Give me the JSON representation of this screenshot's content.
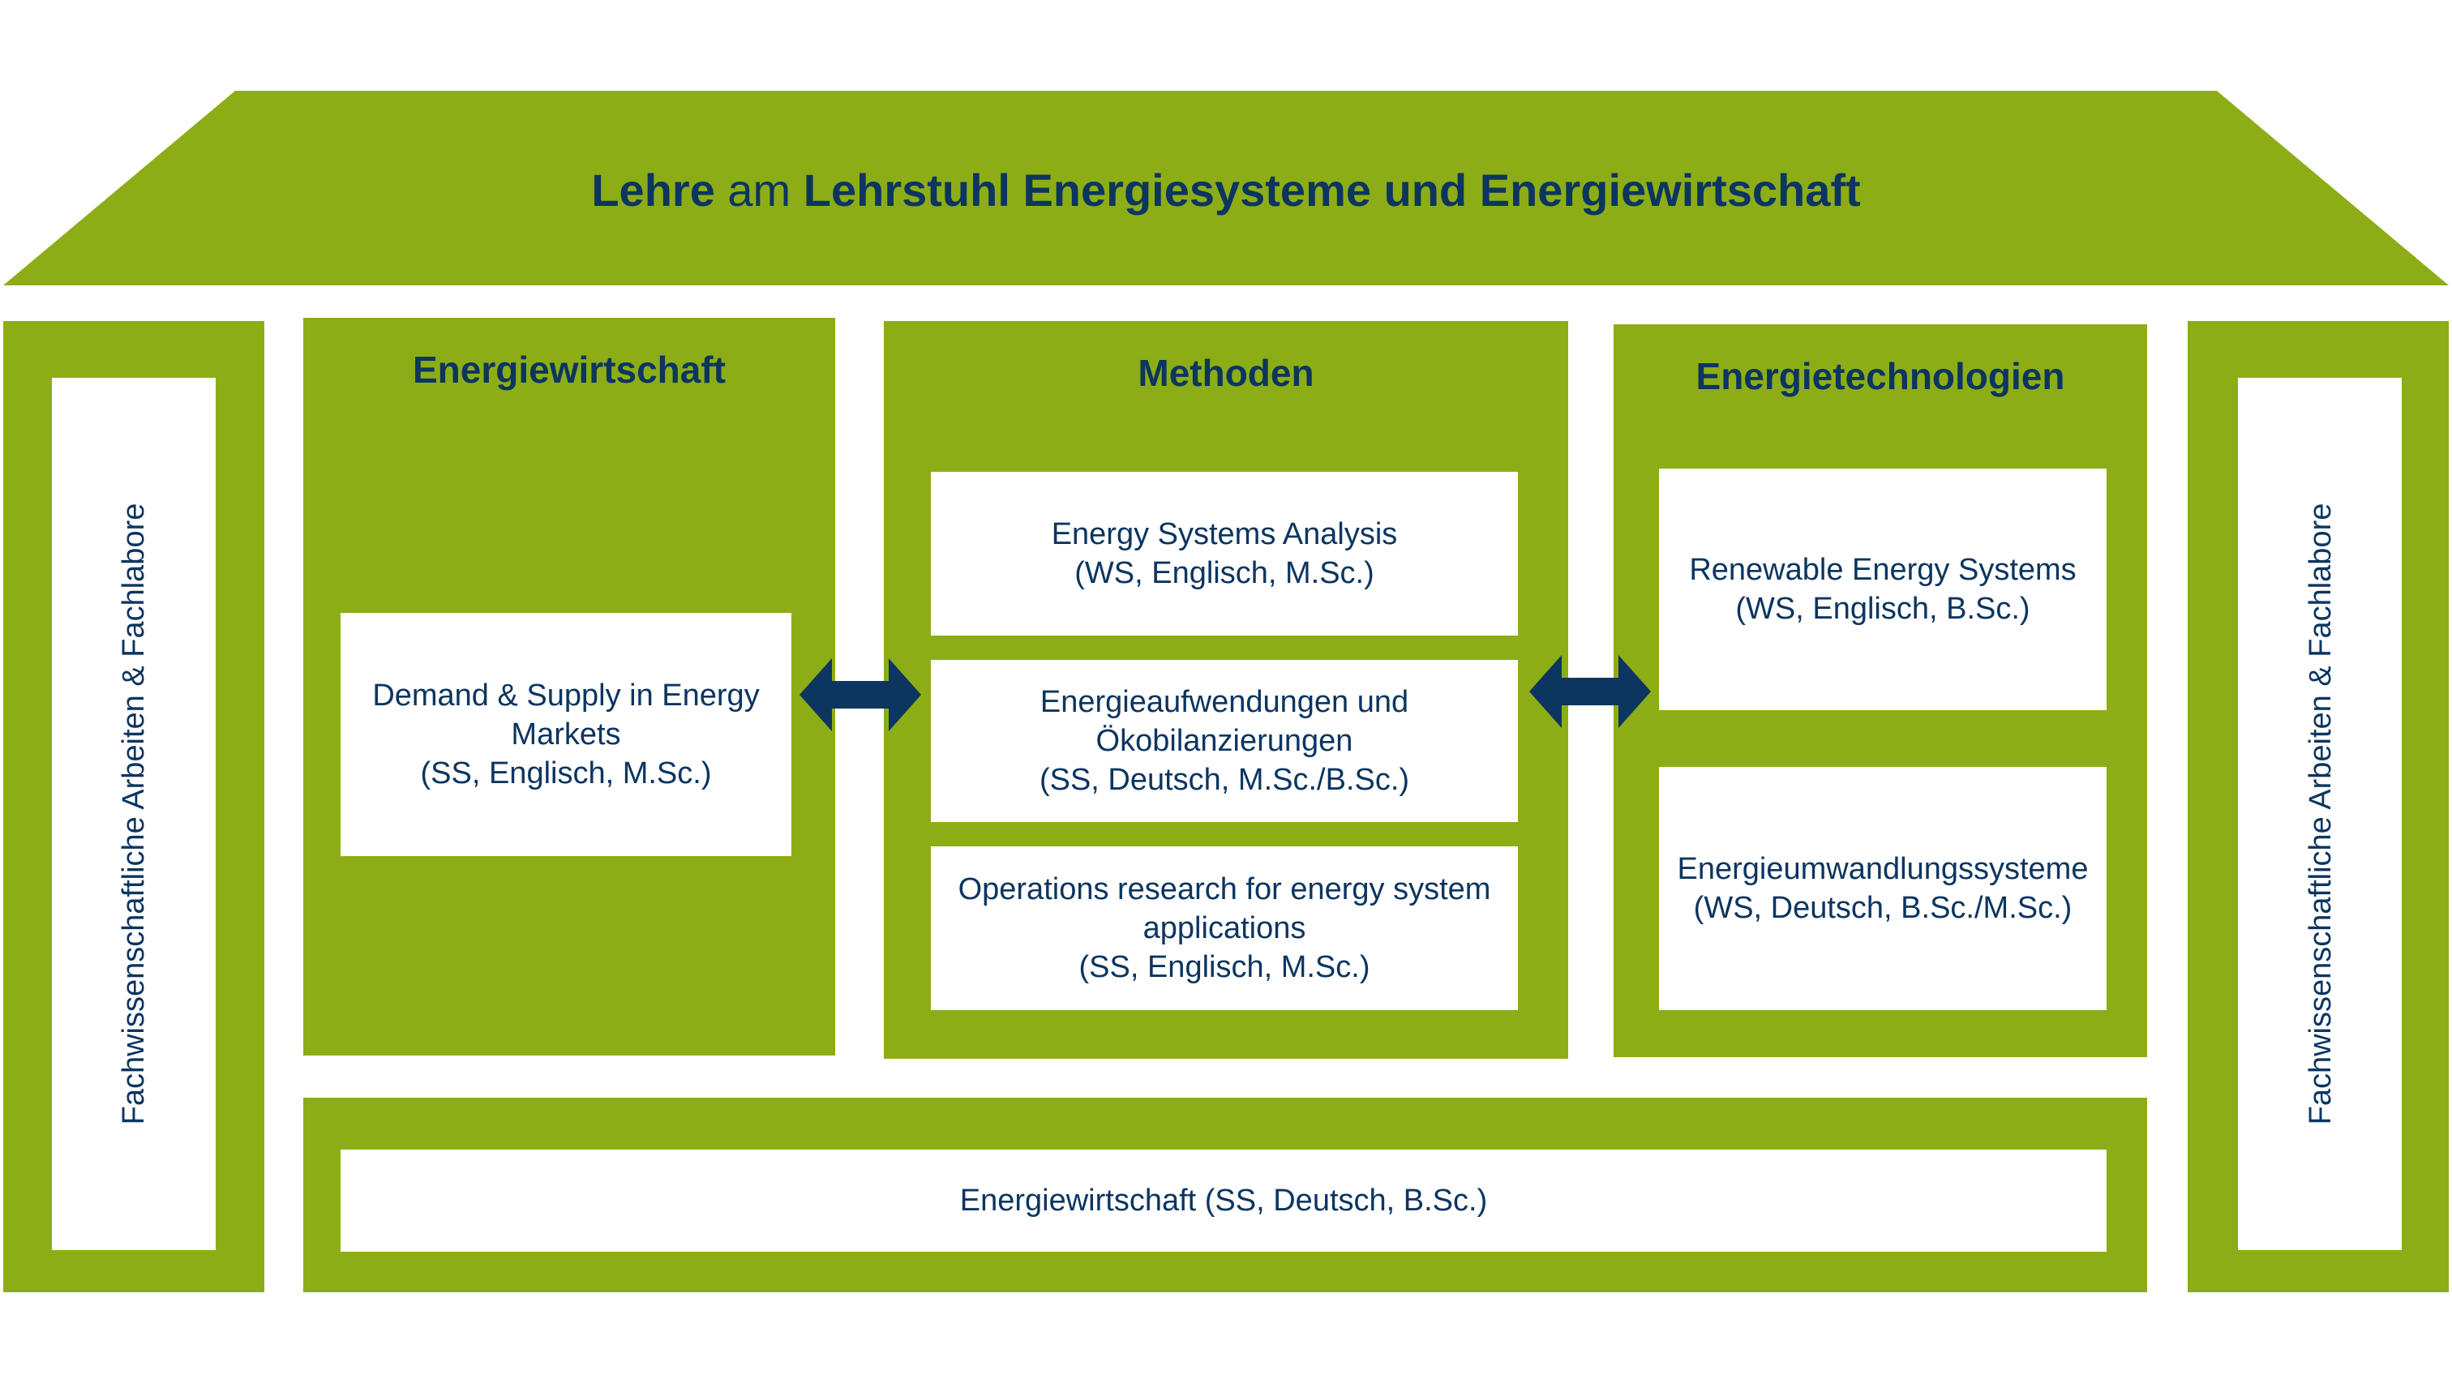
{
  "title": {
    "part1": "Lehre",
    "part2": "am",
    "part3": "Lehrstuhl Energiesysteme und Energiewirtschaft"
  },
  "pillars": {
    "left": "Fachwissenschaftliche Arbeiten & Fachlabore",
    "right": "Fachwissenschaftliche Arbeiten & Fachlabore"
  },
  "columns": {
    "energiewirtschaft": {
      "heading": "Energiewirtschaft",
      "courses": [
        {
          "line1": "Demand & Supply in Energy",
          "line2": "Markets",
          "line3": "(SS, Englisch, M.Sc.)"
        }
      ]
    },
    "methoden": {
      "heading": "Methoden",
      "courses": [
        {
          "line1": "Energy Systems Analysis",
          "line2": "(WS, Englisch, M.Sc.)"
        },
        {
          "line1": "Energieaufwendungen und",
          "line2": "Ökobilanzierungen",
          "line3": "(SS, Deutsch, M.Sc./B.Sc.)"
        },
        {
          "line1": "Operations research for energy system",
          "line2": "applications",
          "line3": "(SS, Englisch, M.Sc.)"
        }
      ]
    },
    "energietechnologien": {
      "heading": "Energietechnologien",
      "courses": [
        {
          "line1": "Renewable Energy Systems",
          "line2": "(WS, Englisch, B.Sc.)"
        },
        {
          "line1": "Energieumwandlungssysteme",
          "line2": "(WS, Deutsch, B.Sc./M.Sc.)"
        }
      ]
    }
  },
  "foundation": {
    "label": "Energiewirtschaft (SS, Deutsch, B.Sc.)"
  },
  "colors": {
    "green": "#8dad16",
    "navy": "#0c3560",
    "white": "#ffffff"
  }
}
